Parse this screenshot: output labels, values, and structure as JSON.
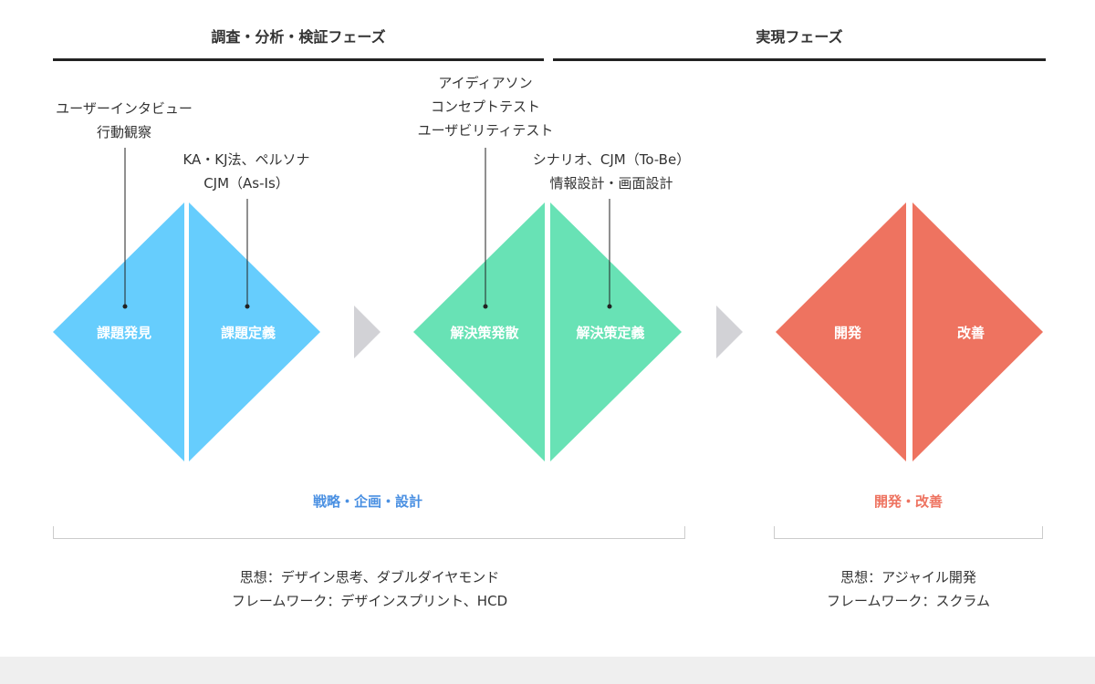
{
  "phases": {
    "research": "調査・分析・検証フェーズ",
    "realization": "実現フェーズ"
  },
  "annotations": {
    "discover": [
      "ユーザーインタビュー",
      "行動観察"
    ],
    "define": [
      "KA・KJ法、ペルソナ",
      "CJM（As-Is）"
    ],
    "develop": [
      "アイディアソン",
      "コンセプトテスト",
      "ユーザビリティテスト"
    ],
    "deliver": [
      "シナリオ、CJM（To-Be）",
      "情報設計・画面設計"
    ]
  },
  "diamonds": {
    "discover": "課題発見",
    "define": "課題定義",
    "develop": "解決策発散",
    "deliver": "解決策定義",
    "build": "開発",
    "improve": "改善"
  },
  "stages": {
    "strategy": "戦略・企画・設計",
    "dev": "開発・改善"
  },
  "descriptions": {
    "strategy": [
      "思想：デザイン思考、ダブルダイヤモンド",
      "フレームワーク：デザインスプリント、HCD"
    ],
    "dev": [
      "思想：アジャイル開発",
      "フレームワーク：スクラム"
    ]
  },
  "colors": {
    "blue": "#66cdfd",
    "green": "#68e2b5",
    "red": "#ee7360",
    "arrow": "#d2d2d6",
    "stage_blue": "#4a90e2",
    "stage_red": "#ee7360"
  }
}
